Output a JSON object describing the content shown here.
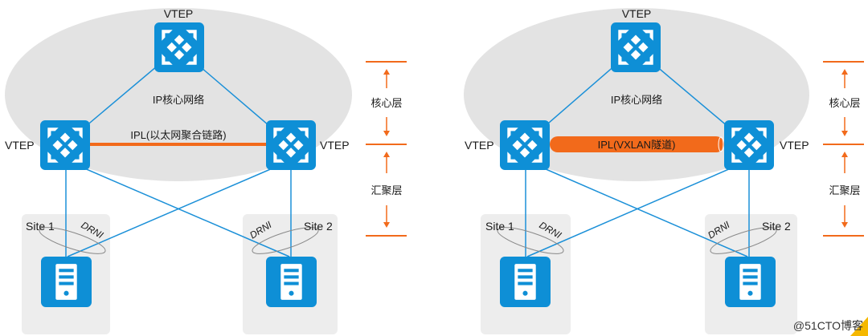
{
  "colors": {
    "device_blue": "#0e8fd6",
    "link_blue": "#1b90d8",
    "ipl_orange": "#f26a1b",
    "ellipse_gray": "#e3e3e3",
    "site_gray": "#ededed"
  },
  "panels": [
    {
      "top_vtep": "VTEP",
      "left_vtep": "VTEP",
      "right_vtep": "VTEP",
      "core_network": "IP核心网络",
      "ipl_label": "IPL(以太网聚合链路)",
      "site_left": "Site 1",
      "site_right": "Site 2",
      "drni_left": "DRNI",
      "drni_right": "DRNI",
      "core_layer": "核心层",
      "aggregation_layer": "汇聚层"
    },
    {
      "top_vtep": "VTEP",
      "left_vtep": "VTEP",
      "right_vtep": "VTEP",
      "core_network": "IP核心网络",
      "ipl_label": "IPL(VXLAN隧道)",
      "site_left": "Site 1",
      "site_right": "Site 2",
      "drni_left": "DRNI",
      "drni_right": "DRNI",
      "core_layer": "核心层",
      "aggregation_layer": "汇聚层"
    }
  ],
  "watermark": "@51CTO博客",
  "icons": [
    "switch-icon",
    "server-icon",
    "arrow-up-icon",
    "arrow-down-icon"
  ]
}
